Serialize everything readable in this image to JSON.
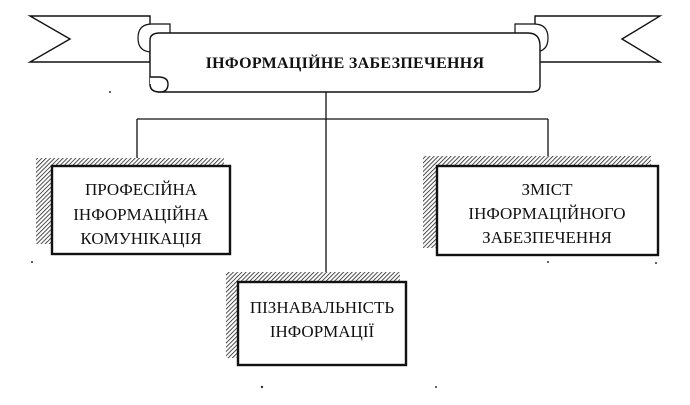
{
  "banner": {
    "title": "ІНФОРМАЦІЙНЕ ЗАБЕЗПЕЧЕННЯ"
  },
  "boxes": {
    "left": {
      "lines": [
        "ПРОФЕСІЙНА",
        "ІНФОРМАЦІЙНА",
        "КОМУНІКАЦІЯ"
      ]
    },
    "right": {
      "lines": [
        "ЗМІСТ",
        "ІНФОРМАЦІЙНОГО",
        "ЗАБЕЗПЕЧЕННЯ"
      ]
    },
    "center": {
      "lines": [
        "ПІЗНАВАЛЬНІСТЬ",
        "ІНФОРМАЦІЇ"
      ]
    }
  }
}
